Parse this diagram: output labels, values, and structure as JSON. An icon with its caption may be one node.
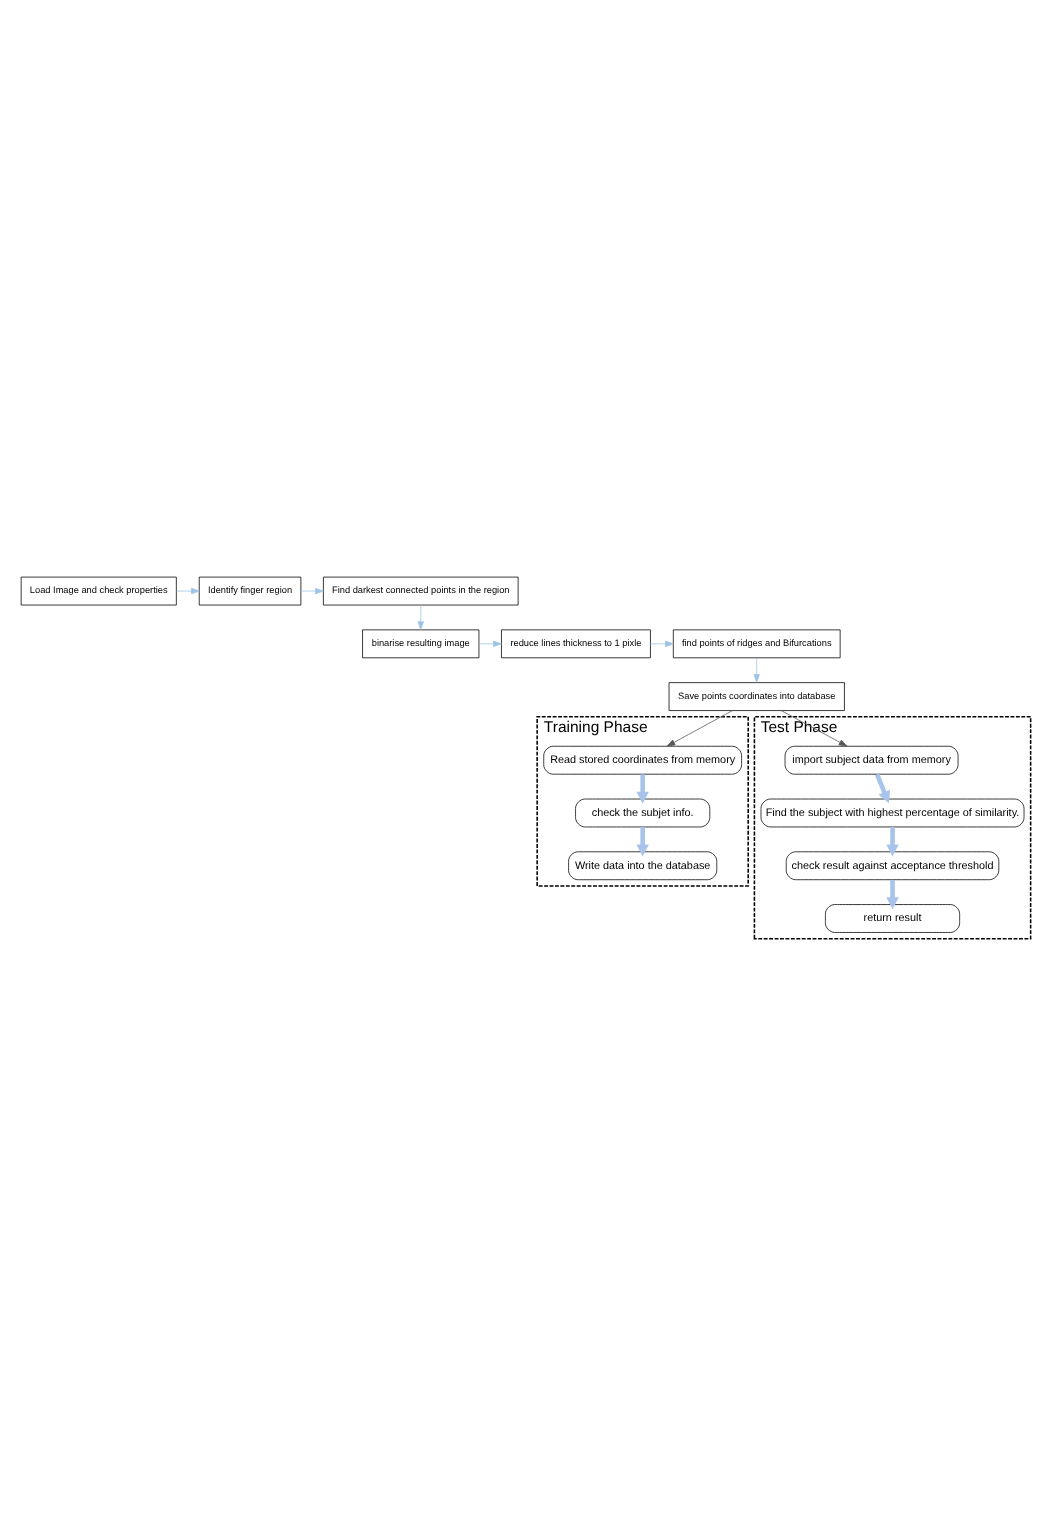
{
  "diagram": {
    "nodes": [
      {
        "text": [
          "Load Image and check properties"
        ]
      },
      {
        "text": [
          "Identify finger region"
        ]
      },
      {
        "text": [
          "Find darkest connected points in the region"
        ]
      },
      {
        "text": [
          "binarise resulting image"
        ]
      },
      {
        "text": [
          "reduce lines thickness to 1 pixle"
        ]
      },
      {
        "text": [
          "find points of ridges and Bifurcations"
        ]
      },
      {
        "text": [
          "Save points coordinates into database"
        ]
      },
      {
        "text": [
          "Training Phase"
        ]
      },
      {
        "text": [
          "Read stored coordinates from memory"
        ],
        "in": 7
      },
      {
        "text": [
          "check the subjet info."
        ],
        "in": 7
      },
      {
        "text": [
          "Write data into the database"
        ],
        "in": 7
      },
      {
        "text": [
          "Test Phase"
        ]
      },
      {
        "text": [
          "import subject data from memory"
        ],
        "in": 11
      },
      {
        "text": [
          "Find the subject with highest percentage of similarity."
        ],
        "in": 11
      },
      {
        "text": [
          "check result against acceptance threshold"
        ],
        "in": 11
      },
      {
        "text": [
          "return result"
        ],
        "in": 11
      }
    ],
    "edges": [
      {
        "from": 0,
        "to": 1,
        "arrow": "to"
      },
      {
        "from": 1,
        "to": 2,
        "arrow": "to"
      },
      {
        "from": 2,
        "to": 3,
        "arrow": "to"
      },
      {
        "from": 3,
        "to": 4,
        "arrow": "to"
      },
      {
        "from": 4,
        "to": 5,
        "arrow": "to"
      },
      {
        "from": 5,
        "to": 6,
        "arrow": "to"
      },
      {
        "from": 6,
        "to": 8,
        "arrow": "to",
        "color": "#595959"
      },
      {
        "from": 6,
        "to": 12,
        "arrow": "to",
        "color": "#595959"
      },
      {
        "from": 8,
        "to": 9,
        "arrow": "to",
        "style": "thick",
        "color": "#a9c4eb"
      },
      {
        "from": 9,
        "to": 10,
        "arrow": "to",
        "style": "thick",
        "color": "#a9c4eb"
      },
      {
        "from": 12,
        "to": 13,
        "arrow": "to",
        "style": "thick",
        "color": "#a9c4eb"
      },
      {
        "from": 13,
        "to": 14,
        "arrow": "to",
        "style": "thick",
        "color": "#a9c4eb"
      },
      {
        "from": 14,
        "to": 15,
        "arrow": "to",
        "style": "thick",
        "color": "#a9c4eb"
      }
    ]
  }
}
